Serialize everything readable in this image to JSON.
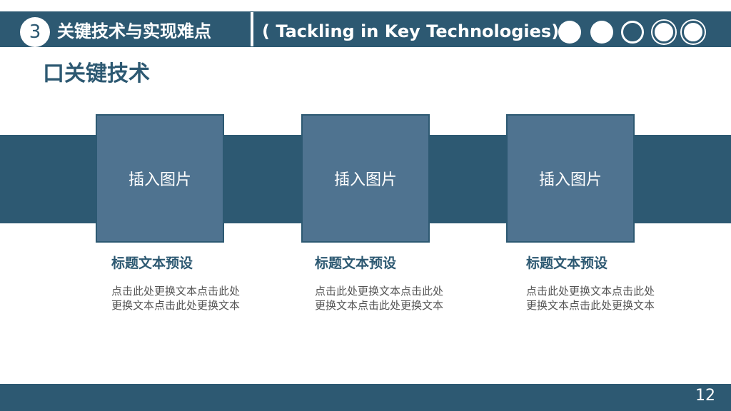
{
  "header": {
    "section_number": "3",
    "title": "关键技术与实现难点",
    "subtitle": "( Tackling in Key Technologies)"
  },
  "heading": "口关键技术",
  "items": [
    {
      "placeholder": "插入图片",
      "title": "标题文本预设",
      "body": "点击此处更换文本点击此处更换文本点击此处更换文本"
    },
    {
      "placeholder": "插入图片",
      "title": "标题文本预设",
      "body": "点击此处更换文本点击此处更换文本点击此处更换文本"
    },
    {
      "placeholder": "插入图片",
      "title": "标题文本预设",
      "body": "点击此处更换文本点击此处更换文本点击此处更换文本"
    }
  ],
  "footer": {
    "page_number": "12"
  },
  "colors": {
    "primary": "#2d5972",
    "card": "#4f7390",
    "text_gray": "#555555"
  }
}
